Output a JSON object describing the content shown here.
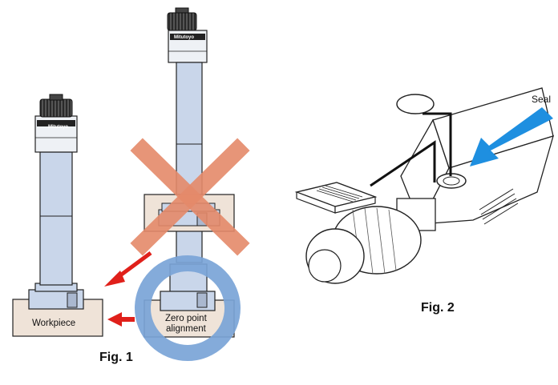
{
  "figure1": {
    "workpiece_label": "Workpiece",
    "zero_point_line1": "Zero point",
    "zero_point_line2": "alignment",
    "caption": "Fig. 1",
    "brand_text": "Mitutoyo"
  },
  "figure2": {
    "seal_label": "Seal",
    "caption": "Fig. 2"
  },
  "colors": {
    "gauge_body": "#c9d6ea",
    "ring": "#7aa4d7",
    "cross": "#e58a6a",
    "arrow_red": "#e0201a",
    "arrow_blue": "#1e8fe0",
    "fixture": "#efe3d8"
  }
}
